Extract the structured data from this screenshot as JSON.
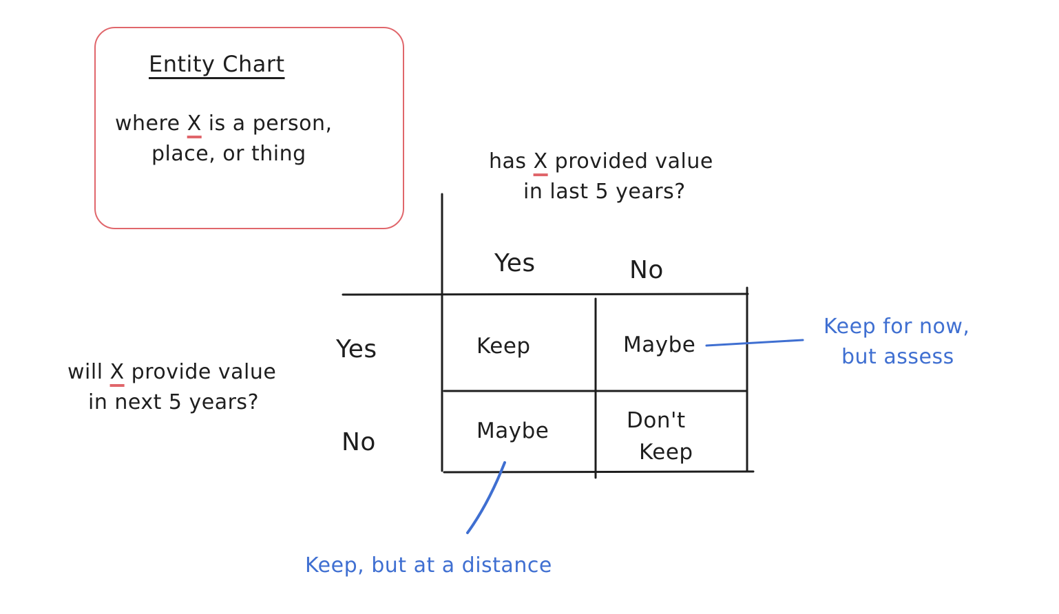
{
  "info_box": {
    "title": "Entity Chart",
    "line1_before": "where ",
    "line1_x": "X",
    "line1_after": " is a person,",
    "line2": "place, or thing"
  },
  "column_question": {
    "line1_before": "has ",
    "line1_x": "X",
    "line1_after": " provided value",
    "line2": "in last 5 years?"
  },
  "row_question": {
    "line1_before": "will ",
    "line1_x": "X",
    "line1_after": " provide value",
    "line2": "in next 5 years?"
  },
  "columns": [
    "Yes",
    "No"
  ],
  "rows": [
    "Yes",
    "No"
  ],
  "cells": {
    "yes_yes": "Keep",
    "yes_no": "Maybe",
    "no_yes": "Maybe",
    "no_no_line1": "Don't",
    "no_no_line2": "Keep"
  },
  "annotations": {
    "right_line1": "Keep for now,",
    "right_line2": "but assess",
    "bottom": "Keep, but at a distance"
  },
  "colors": {
    "ink": "#1e1e1e",
    "accent_red": "#e0666b",
    "annotation_blue": "#3f6fd1"
  }
}
